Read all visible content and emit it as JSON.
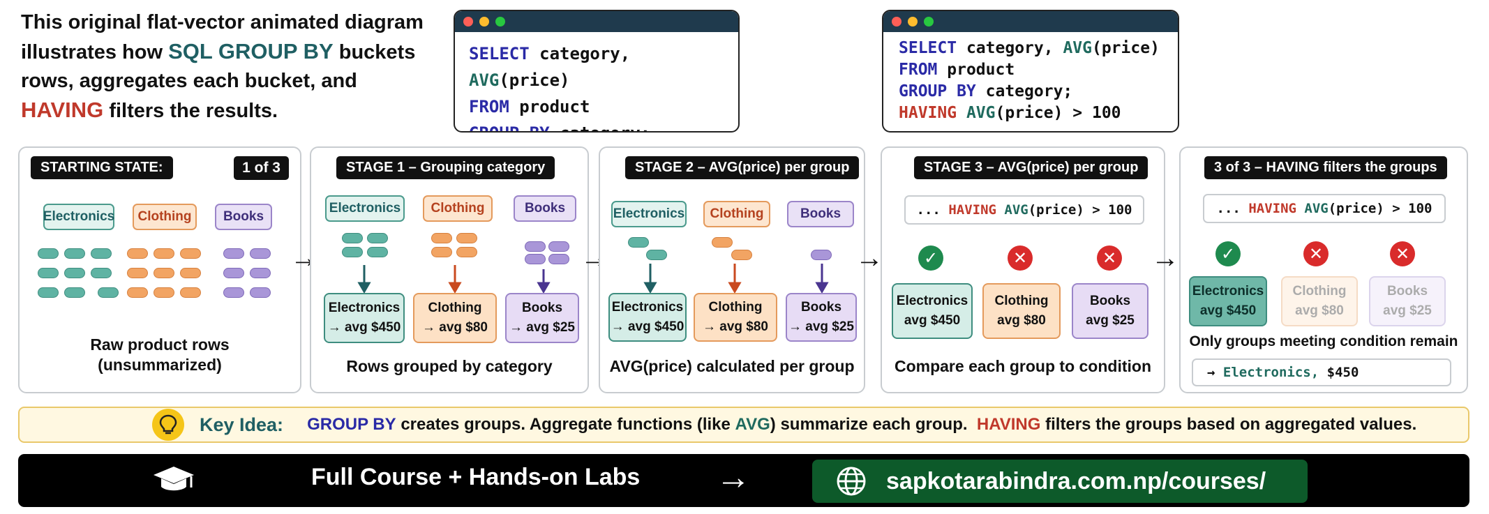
{
  "intro": {
    "line1": "This original flat-vector animated diagram",
    "line2_prefix": "illustrates how ",
    "line2_kw": "SQL GROUP BY",
    "line2_suffix": " buckets",
    "line3": "rows, aggregates each bucket, and",
    "line4_kw": "HAVING",
    "line4_suffix": " filters the results."
  },
  "code1": {
    "l1_kw": "SELECT",
    "l1_rest": "category,",
    "l1_fn": "AVG",
    "l1_arg": "(price)",
    "l2_kw": "FROM",
    "l2_rest": "product",
    "l3_kw": "GROUP BY",
    "l3_rest": "category;"
  },
  "code2": {
    "l1_kw": "SELECT",
    "l1_rest": "category,",
    "l1_fn": "AVG",
    "l1_arg": "(price)",
    "l2_kw": "FROM",
    "l2_rest": "product",
    "l3_kw": "GROUP BY",
    "l3_rest": "category;",
    "l4_kw": "HAVING",
    "l4_fn": "AVG",
    "l4_rest": "(price) > 100"
  },
  "panels": {
    "p0": {
      "title": "STARTING STATE:",
      "counter": "1 of 3",
      "caption1": "Raw product rows",
      "caption2": "(unsummarized)"
    },
    "p1": {
      "title": "STAGE 1 – Grouping category",
      "caption": "Rows grouped by category"
    },
    "p2": {
      "title": "STAGE 2 – AVG(price) per group",
      "caption": "AVG(price) calculated per group"
    },
    "p3": {
      "title": "STAGE 3 – AVG(price) per group",
      "caption": "Compare each group to condition"
    },
    "p4": {
      "title": "3 of 3 – HAVING filters the groups",
      "caption": "Only groups meeting condition remain",
      "result_arrow": "→",
      "result_name": "Electronics,",
      "result_val": "$450"
    }
  },
  "categories": {
    "electronics": "Electronics",
    "clothing": "Clothing",
    "books": "Books"
  },
  "results_arrow": {
    "electronics": "→ avg $450",
    "clothing": "→ avg $80",
    "books": "→ avg $25"
  },
  "results_plain": {
    "electronics": "avg $450",
    "clothing": "avg $80",
    "books": "avg $25"
  },
  "condition": {
    "prefix": "...",
    "kw": "HAVING",
    "fn": "AVG",
    "rest": "(price) > 100"
  },
  "marks": {
    "ok": "✓",
    "no": "✕"
  },
  "key_idea": {
    "label": "Key Idea:",
    "kw1": "GROUP BY",
    "t1": "creates groups. Aggregate functions (like",
    "kw2": "AVG",
    "t2": ") summarize each group.",
    "kw3": "HAVING",
    "t3": "filters the groups based on aggregated values."
  },
  "footer": {
    "course": "Full Course + Hands-on Labs",
    "arrow": "→",
    "url": "sapkotarabindra.com.np/courses/"
  },
  "colors": {
    "teal": "#1f5f63",
    "red": "#c0392b",
    "blue": "#2a2aa6",
    "cta_green": "#0d5a2a",
    "check_green": "#1e8a4e",
    "cross_red": "#d92b2b"
  },
  "icons": [
    "lightbulb-icon",
    "graduation-cap-icon",
    "globe-icon",
    "check-icon",
    "cross-icon",
    "arrow-right-icon"
  ]
}
